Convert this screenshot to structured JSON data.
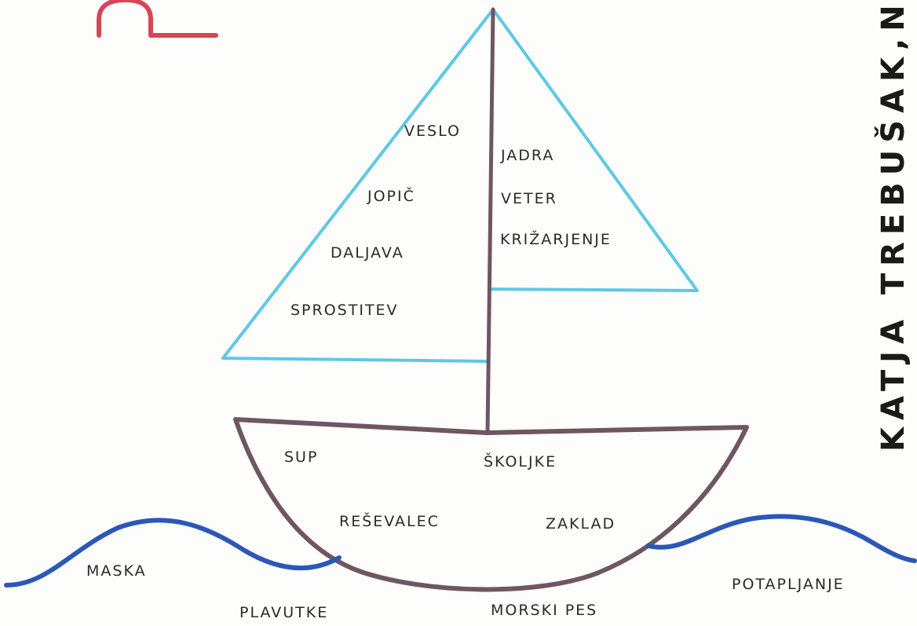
{
  "colors": {
    "sail": "#5ec8e6",
    "mast_and_hull": "#6e5662",
    "water": "#2b57b8",
    "sun": "#d64654",
    "text": "#2a2a2a"
  },
  "left_sail_words": [
    "VESLO",
    "JOPIČ",
    "DALJAVA",
    "SPROSTITEV"
  ],
  "right_sail_words": [
    "JADRA",
    "VETER",
    "KRIŽARJENJE"
  ],
  "hull_words": [
    "SUP",
    "ŠKOLJKE",
    "REŠEVALEC",
    "ZAKLAD"
  ],
  "water_words": [
    "MASKA",
    "PLAVUTKE",
    "MORSKI PES",
    "POTAPLJANJE"
  ],
  "author": "KATJA TREBUŠAK,NEJA"
}
